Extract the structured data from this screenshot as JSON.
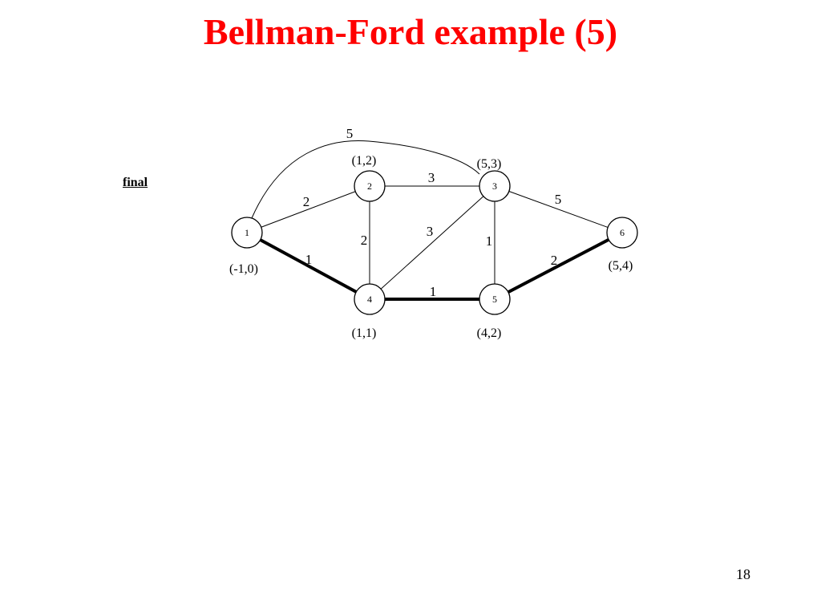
{
  "title": "Bellman-Ford example (5)",
  "side_label": "final",
  "page_number": "18",
  "colors": {
    "title": "#ff0000",
    "graph": "#000000"
  },
  "graph": {
    "nodes": [
      {
        "id": "1",
        "label": "1",
        "annotation": "(-1,0)"
      },
      {
        "id": "2",
        "label": "2",
        "annotation": "(1,2)"
      },
      {
        "id": "3",
        "label": "3",
        "annotation": "(5,3)"
      },
      {
        "id": "4",
        "label": "4",
        "annotation": "(1,1)"
      },
      {
        "id": "5",
        "label": "5",
        "annotation": "(4,2)"
      },
      {
        "id": "6",
        "label": "6",
        "annotation": "(5,4)"
      }
    ],
    "edges": [
      {
        "from": "1",
        "to": "2",
        "weight": "2",
        "highlighted": false
      },
      {
        "from": "1",
        "to": "3",
        "weight": "5",
        "highlighted": false
      },
      {
        "from": "1",
        "to": "4",
        "weight": "1",
        "highlighted": true
      },
      {
        "from": "2",
        "to": "3",
        "weight": "3",
        "highlighted": false
      },
      {
        "from": "2",
        "to": "4",
        "weight": "2",
        "highlighted": false
      },
      {
        "from": "3",
        "to": "4",
        "weight": "3",
        "highlighted": false
      },
      {
        "from": "3",
        "to": "5",
        "weight": "1",
        "highlighted": false
      },
      {
        "from": "3",
        "to": "6",
        "weight": "5",
        "highlighted": false
      },
      {
        "from": "4",
        "to": "5",
        "weight": "1",
        "highlighted": true
      },
      {
        "from": "5",
        "to": "6",
        "weight": "2",
        "highlighted": true
      }
    ]
  }
}
